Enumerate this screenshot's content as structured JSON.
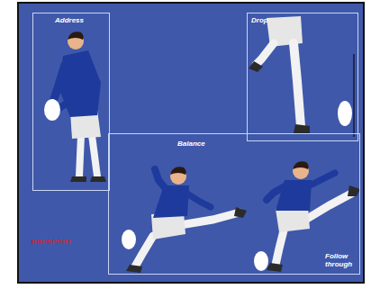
{
  "diagram": {
    "nodes": [
      {
        "text": [
          "Address"
        ]
      },
      {
        "text": [
          "Drop"
        ]
      },
      {
        "text": [
          "Balance",
          "Follow through"
        ]
      }
    ],
    "labels": [
      "BBCSPORT"
    ]
  }
}
